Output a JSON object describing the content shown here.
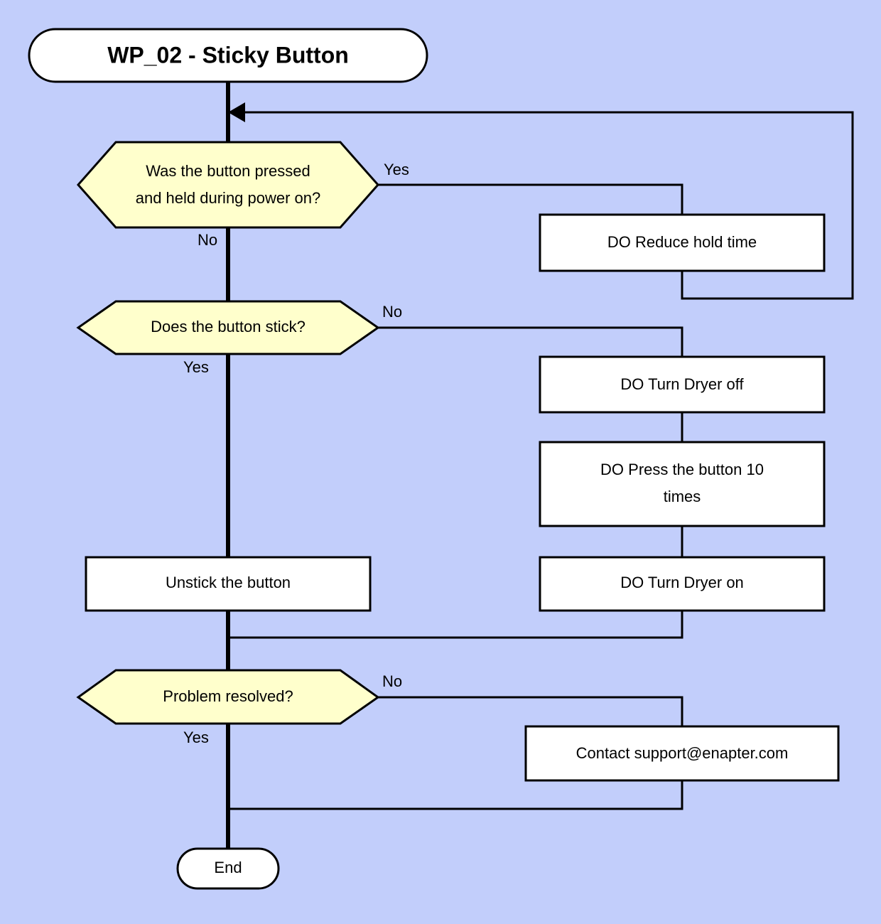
{
  "diagram": {
    "title": "WP_02 - Sticky Button",
    "end_label": "End",
    "background_color": "#c2cefb",
    "decision_fill": "#ffffcc",
    "process_fill": "#ffffff",
    "line_color": "#000000"
  },
  "nodes": {
    "start": {
      "label": "WP_02 - Sticky Button",
      "type": "terminal"
    },
    "decision_power_on": {
      "label_line1": "Was the button pressed",
      "label_line2": "and held during power on?",
      "type": "decision"
    },
    "action_reduce_hold": {
      "label": "DO Reduce hold time",
      "type": "process"
    },
    "decision_stick": {
      "label": "Does the button stick?",
      "type": "decision"
    },
    "action_dryer_off": {
      "label": "DO Turn Dryer off",
      "type": "process"
    },
    "action_press_10": {
      "label_line1": "DO Press the button 10",
      "label_line2": "times",
      "type": "process"
    },
    "action_dryer_on": {
      "label": "DO Turn Dryer on",
      "type": "process"
    },
    "action_unstick": {
      "label": "Unstick the button",
      "type": "process"
    },
    "decision_resolved": {
      "label": "Problem resolved?",
      "type": "decision"
    },
    "action_contact": {
      "label": "Contact support@enapter.com",
      "type": "process"
    },
    "end": {
      "label": "End",
      "type": "terminal"
    }
  },
  "edge_labels": {
    "power_on_yes": "Yes",
    "power_on_no": "No",
    "stick_no": "No",
    "stick_yes": "Yes",
    "resolved_no": "No",
    "resolved_yes": "Yes"
  }
}
